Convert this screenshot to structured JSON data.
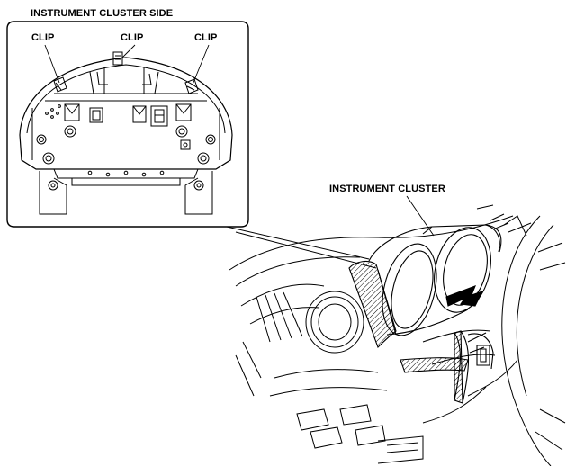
{
  "labels": {
    "cluster_side_title": "INSTRUMENT CLUSTER SIDE",
    "clip_left": "CLIP",
    "clip_center": "CLIP",
    "clip_right": "CLIP",
    "instrument_cluster": "INSTRUMENT CLUSTER"
  },
  "colors": {
    "line": "#000000",
    "background": "#ffffff"
  }
}
